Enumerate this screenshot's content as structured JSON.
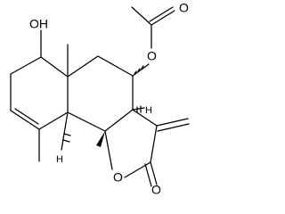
{
  "atoms": {
    "hydroxyl": "OH",
    "acetate_oxygen": "O",
    "acetyl_carbonyl_oxygen": "O",
    "lactone_ring_oxygen": "O",
    "lactone_carbonyl_oxygen": "O",
    "stereo_hydrogen_top": "H",
    "stereo_hydrogen_bottom": "H"
  }
}
